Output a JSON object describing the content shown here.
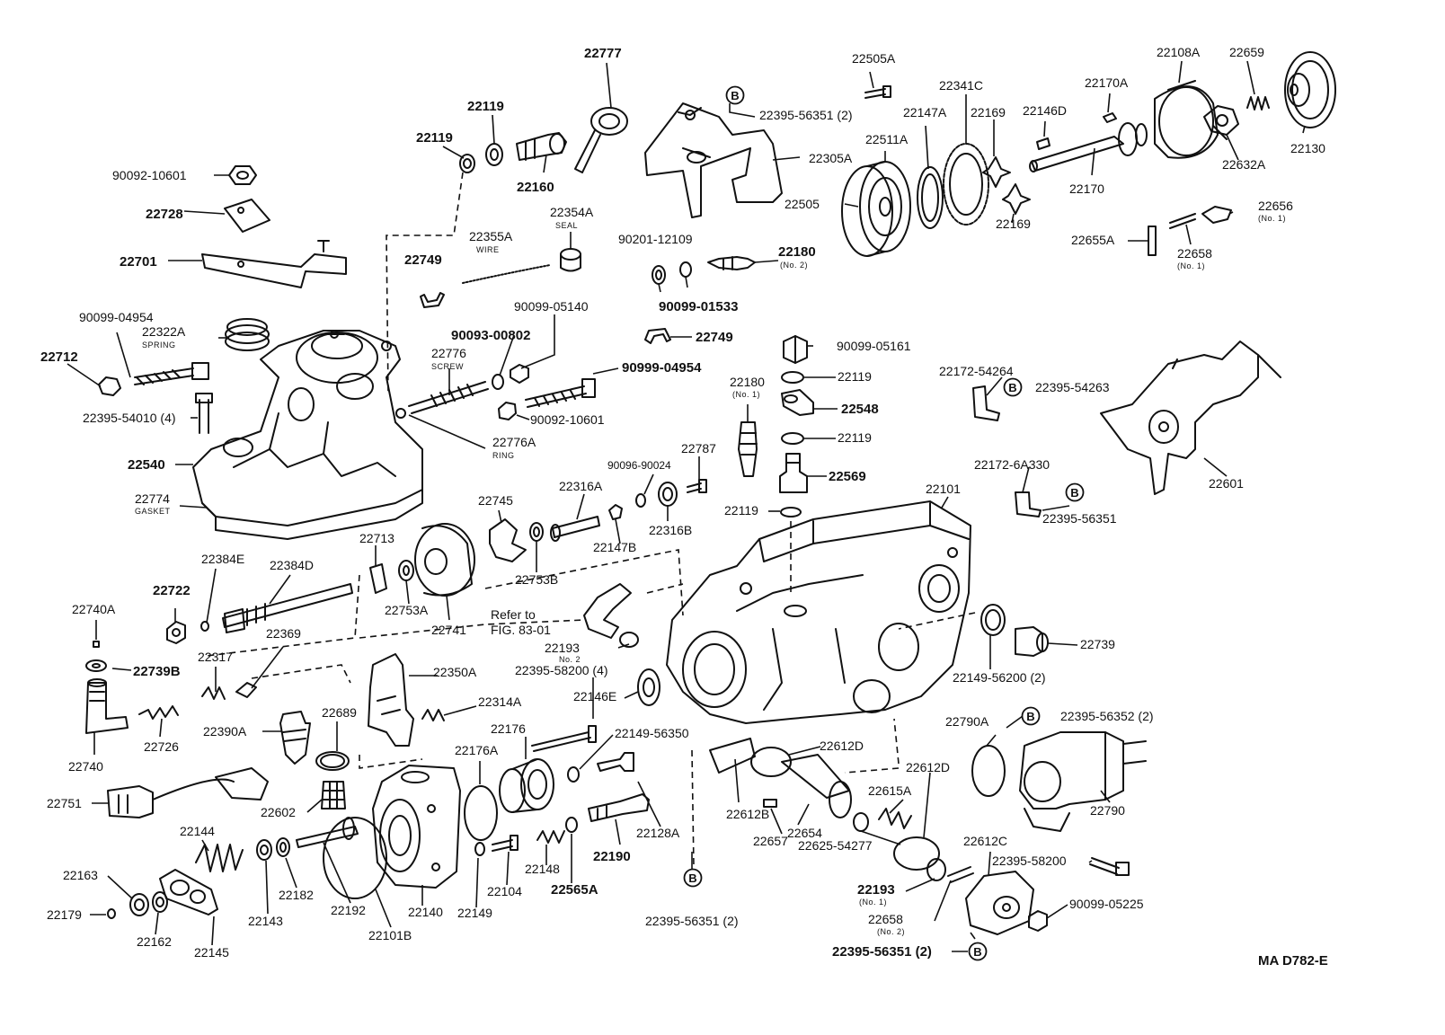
{
  "labels": {
    "p22777": "22777",
    "p22119a": "22119",
    "p22119b": "22119",
    "p22160": "22160",
    "p90092_10601a": "90092-10601",
    "p22728": "22728",
    "p22701": "22701",
    "p22354A": "22354A",
    "p22354A_sub": "SEAL",
    "p22355A": "22355A",
    "p22355A_sub": "WIRE",
    "p22749a": "22749",
    "p90201_12109": "90201-12109",
    "p90099_01533": "90099-01533",
    "p22180_2": "22180",
    "p22180_2_sub": "(No. 2)",
    "p90099_04954a": "90099-04954",
    "p22322A": "22322A",
    "p22322A_sub": "SPRING",
    "p22712": "22712",
    "p22395_54010": "22395-54010 (4)",
    "p22540": "22540",
    "p22774": "22774",
    "p22774_sub": "GASKET",
    "p90099_05140": "90099-05140",
    "p90093_00802": "90093-00802",
    "p22776": "22776",
    "p22776_sub": "SCREW",
    "p90999_04954": "90999-04954",
    "p90092_10601b": "90092-10601",
    "p22776A": "22776A",
    "p22776A_sub": "RING",
    "p22749b": "22749",
    "p22395_56351a": "22395-56351 (2)",
    "p22305A": "22305A",
    "p22505A": "22505A",
    "p22511A": "22511A",
    "p22505": "22505",
    "p22147A": "22147A",
    "p22341C": "22341C",
    "p22169a": "22169",
    "p22169b": "22169",
    "p22146D": "22146D",
    "p22170A": "22170A",
    "p22108A": "22108A",
    "p22659": "22659",
    "p22130": "22130",
    "p22632A": "22632A",
    "p22170": "22170",
    "p22656": "22656",
    "p22656_sub": "(No. 1)",
    "p22658a": "22658",
    "p22658a_sub": "(No. 1)",
    "p22655A": "22655A",
    "p90099_05161": "90099-05161",
    "p22180_1": "22180",
    "p22180_1_sub": "(No. 1)",
    "p22119c": "22119",
    "p22548": "22548",
    "p22119d": "22119",
    "p22569": "22569",
    "p22119e": "22119",
    "p22101": "22101",
    "p22172_54264": "22172-54264",
    "p22395_54263": "22395-54263",
    "p22601": "22601",
    "p22172_6A330": "22172-6A330",
    "p22395_56351b": "22395-56351",
    "p22745": "22745",
    "p22316A": "22316A",
    "p90096_90024": "90096-90024",
    "p22787": "22787",
    "p22316B": "22316B",
    "p22147B": "22147B",
    "p22753B": "22753B",
    "p22713": "22713",
    "p22384E": "22384E",
    "p22384D": "22384D",
    "p22722": "22722",
    "p22753A": "22753A",
    "p22741": "22741",
    "p22740A": "22740A",
    "p22739B": "22739B",
    "p22317": "22317",
    "p22369": "22369",
    "p22726": "22726",
    "p22740": "22740",
    "p22751": "22751",
    "p22350A": "22350A",
    "p22314A": "22314A",
    "p22390A": "22390A",
    "p22689": "22689",
    "p22602": "22602",
    "refer1": "Refer to",
    "refer2": "FIG. 83-01",
    "p22193a": "22193",
    "p22193a_sub": "No. 2",
    "p22395_58200a": "22395-58200 (4)",
    "p22146E": "22146E",
    "p22176A": "22176A",
    "p22176": "22176",
    "p22149_56350": "22149-56350",
    "p22128A": "22128A",
    "p22190": "22190",
    "p22148": "22148",
    "p22565A": "22565A",
    "p22104": "22104",
    "p22149": "22149",
    "p22140": "22140",
    "p22101B": "22101B",
    "p22192": "22192",
    "p22182": "22182",
    "p22143": "22143",
    "p22144": "22144",
    "p22163": "22163",
    "p22179": "22179",
    "p22162": "22162",
    "p22145": "22145",
    "p22395_56351c": "22395-56351 (2)",
    "p22612B": "22612B",
    "p22612D_a": "22612D",
    "p22654": "22654",
    "p22657": "22657",
    "p22625_54277": "22625-54277",
    "p22739": "22739",
    "p22149_56200": "22149-56200 (2)",
    "p22395_56352": "22395-56352 (2)",
    "p22790A": "22790A",
    "p22612D_b": "22612D",
    "p22615A": "22615A",
    "p22790": "22790",
    "p22612C": "22612C",
    "p22395_58200b": "22395-58200",
    "p22193b": "22193",
    "p22193b_sub": "(No. 1)",
    "p22658b": "22658",
    "p22658b_sub": "(No. 2)",
    "p90099_05225": "90099-05225",
    "p22395_56351d": "22395-56351 (2)",
    "marker_b": "B"
  },
  "figure_code": "MA D782-E"
}
